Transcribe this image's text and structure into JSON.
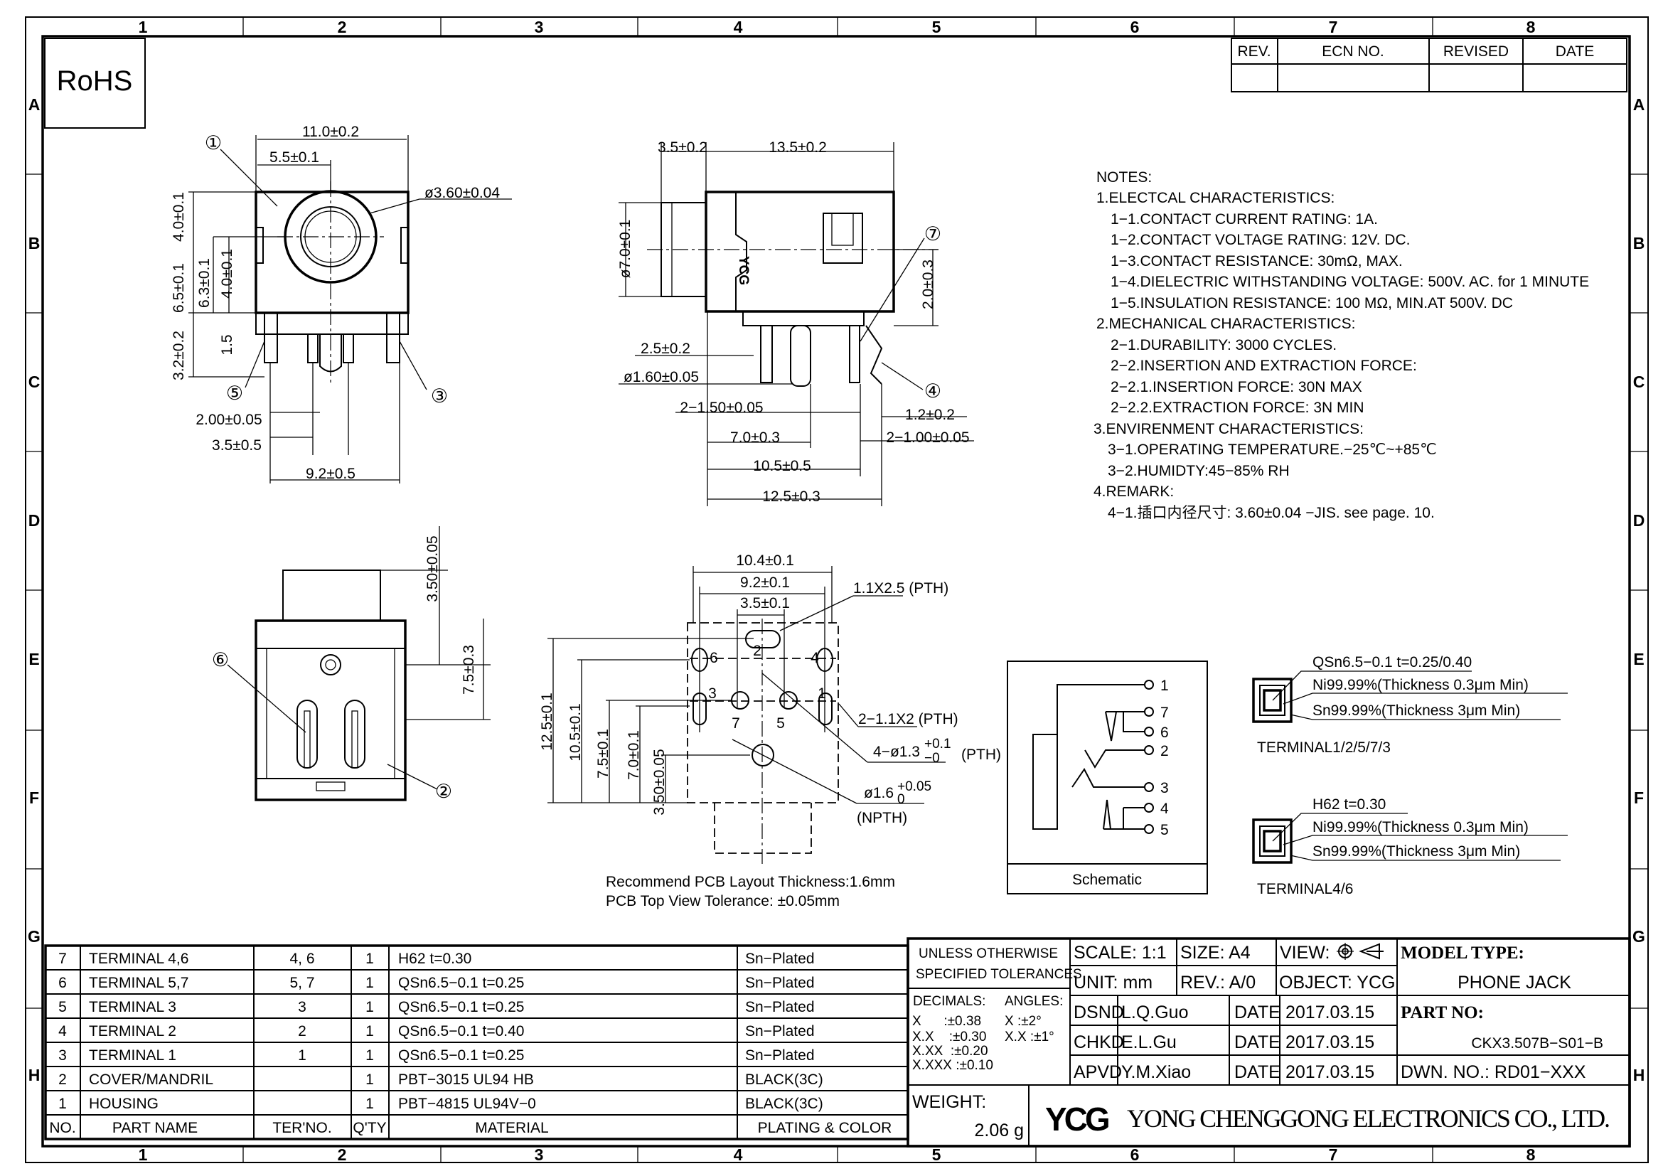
{
  "frame": {
    "columns": [
      "1",
      "2",
      "3",
      "4",
      "5",
      "6",
      "7",
      "8"
    ],
    "rows": [
      "A",
      "B",
      "C",
      "D",
      "E",
      "F",
      "G",
      "H"
    ]
  },
  "rohs": "RoHS",
  "revision_table": {
    "headers": [
      "REV.",
      "ECN NO.",
      "REVISED",
      "DATE"
    ]
  },
  "view_front": {
    "dims": [
      "11.0±0.2",
      "5.5±0.1",
      "ø3.60±0.04",
      "4.0±0.1",
      "6.5±0.1",
      "6.3±0.1",
      "4.0±0.1",
      "3.2±0.2",
      "1.5",
      "2.00±0.05",
      "3.5±0.5",
      "9.2±0.5"
    ],
    "callouts": [
      "①",
      "⑤",
      "③"
    ]
  },
  "view_side": {
    "dims": [
      "3.5±0.2",
      "13.5±0.2",
      "ø7.0±0.1",
      "2.0±0.3",
      "2.5±0.2",
      "ø1.60±0.05",
      "2−1.50±0.05",
      "7.0±0.3",
      "10.5±0.5",
      "12.5±0.3",
      "1.2±0.2",
      "2−1.00±0.05"
    ],
    "callouts": [
      "⑦",
      "④"
    ],
    "mark": "YCG"
  },
  "view_bottom": {
    "dims": [
      "3.50±0.05",
      "7.5±0.3"
    ],
    "callouts": [
      "⑥",
      "②"
    ]
  },
  "pcb_layout": {
    "dims": [
      "10.4±0.1",
      "9.2±0.1",
      "3.5±0.1",
      "12.5±0.1",
      "10.5±0.1",
      "7.5±0.1",
      "7.0±0.1",
      "3.50±0.05"
    ],
    "hole_notes": [
      "1.1X2.5 (PTH)",
      "2−1.1X2 (PTH)",
      "4−ø1.3",
      "+0.1",
      "−0",
      "(PTH)",
      "ø1.6",
      "+0.05",
      "0",
      "(NPTH)"
    ],
    "pins": [
      "2",
      "6",
      "4",
      "3",
      "7",
      "5",
      "1"
    ],
    "note_lines": [
      "Recommend PCB Layout Thickness:1.6mm",
      "PCB Top View Tolerance: ±0.05mm"
    ]
  },
  "notes": [
    "NOTES:",
    "1.ELECTCAL CHARACTERISTICS:",
    "1−1.CONTACT CURRENT RATING:  1A.",
    "1−2.CONTACT VOLTAGE RATING: 12V. DC.",
    "1−3.CONTACT RESISTANCE: 30mΩ, MAX.",
    "1−4.DIELECTRIC WITHSTANDING VOLTAGE: 500V. AC. for 1 MINUTE",
    "1−5.INSULATION RESISTANCE: 100 MΩ, MIN.AT 500V. DC",
    "2.MECHANICAL CHARACTERISTICS:",
    "2−1.DURABILITY: 3000 CYCLES.",
    "2−2.INSERTION AND EXTRACTION FORCE:",
    "2−2.1.INSERTION FORCE:    30N MAX",
    "2−2.2.EXTRACTION FORCE:  3N MIN",
    "3.ENVIRENMENT CHARACTERISTICS:",
    "3−1.OPERATING TEMPERATURE.−25℃~+85℃",
    "3−2.HUMIDTY:45−85% RH",
    "4.REMARK:",
    "4−1.插口内径尺寸: 3.60±0.04 −JIS. see page. 10."
  ],
  "schematic": {
    "label": "Schematic",
    "pins": [
      "1",
      "7",
      "6",
      "2",
      "3",
      "4",
      "5"
    ]
  },
  "terminal_specs": [
    {
      "material": "QSn6.5−0.1  t=0.25/0.40",
      "ni": "Ni99.99%(Thickness  0.3μm  Min)",
      "sn": "Sn99.99%(Thickness  3μm  Min)",
      "label": "TERMINAL1/2/5/7/3"
    },
    {
      "material": "H62  t=0.30",
      "ni": "Ni99.99%(Thickness  0.3μm  Min)",
      "sn": "Sn99.99%(Thickness  3μm  Min)",
      "label": "TERMINAL4/6"
    }
  ],
  "bom": {
    "headers": [
      "NO.",
      "PART NAME",
      "TER'NO.",
      "Q'TY",
      "MATERIAL",
      "PLATING & COLOR"
    ],
    "rows": [
      [
        "7",
        "TERMINAL 4,6",
        "4, 6",
        "1",
        "H62 t=0.30",
        "Sn−Plated"
      ],
      [
        "6",
        "TERMINAL 5,7",
        "5, 7",
        "1",
        "QSn6.5−0.1 t=0.25",
        "Sn−Plated"
      ],
      [
        "5",
        "TERMINAL 3",
        "3",
        "1",
        "QSn6.5−0.1 t=0.25",
        "Sn−Plated"
      ],
      [
        "4",
        "TERMINAL 2",
        "2",
        "1",
        "QSn6.5−0.1 t=0.40",
        "Sn−Plated"
      ],
      [
        "3",
        "TERMINAL 1",
        "1",
        "1",
        "QSn6.5−0.1 t=0.25",
        "Sn−Plated"
      ],
      [
        "2",
        "COVER/MANDRIL",
        "",
        "1",
        "PBT−3015 UL94 HB",
        "BLACK(3C)"
      ],
      [
        "1",
        "HOUSING",
        "",
        "1",
        "PBT−4815 UL94V−0",
        "BLACK(3C)"
      ]
    ]
  },
  "title_block": {
    "tolerance_title": [
      "UNLESS OTHERWISE",
      "SPECIFIED TOLERANCES"
    ],
    "decimals_label": "DECIMALS:",
    "angles_label": "ANGLES:",
    "decimals": [
      "X      :±0.38",
      "X.X    :±0.30",
      "X.XX  :±0.20",
      "X.XXX :±0.10"
    ],
    "angles": [
      "X  :±2°",
      "X.X :±1°"
    ],
    "scale": "SCALE: 1:1",
    "size": "SIZE: A4",
    "view": "VIEW:",
    "unit": "UNIT: mm",
    "rev": "REV.: A/0",
    "object": "OBJECT: YCG",
    "model_type_label": "MODEL TYPE:",
    "model_type": "PHONE JACK",
    "part_no_label": "PART NO:",
    "part_no": "CKX3.507B−S01−B",
    "dwn_no": "DWN. NO.: RD01−XXX",
    "signoffs": [
      {
        "role": "DSND",
        "name": "L.Q.Guo",
        "date_label": "DATE",
        "date": "2017.03.15"
      },
      {
        "role": "CHKD",
        "name": "E.L.Gu",
        "date_label": "DATE",
        "date": "2017.03.15"
      },
      {
        "role": "APVD",
        "name": "Y.M.Xiao",
        "date_label": "DATE",
        "date": "2017.03.15"
      }
    ],
    "weight_label": "WEIGHT:",
    "weight": "2.06 g",
    "logo": "YCG",
    "company": "YONG CHENGGONG ELECTRONICS CO., LTD."
  }
}
